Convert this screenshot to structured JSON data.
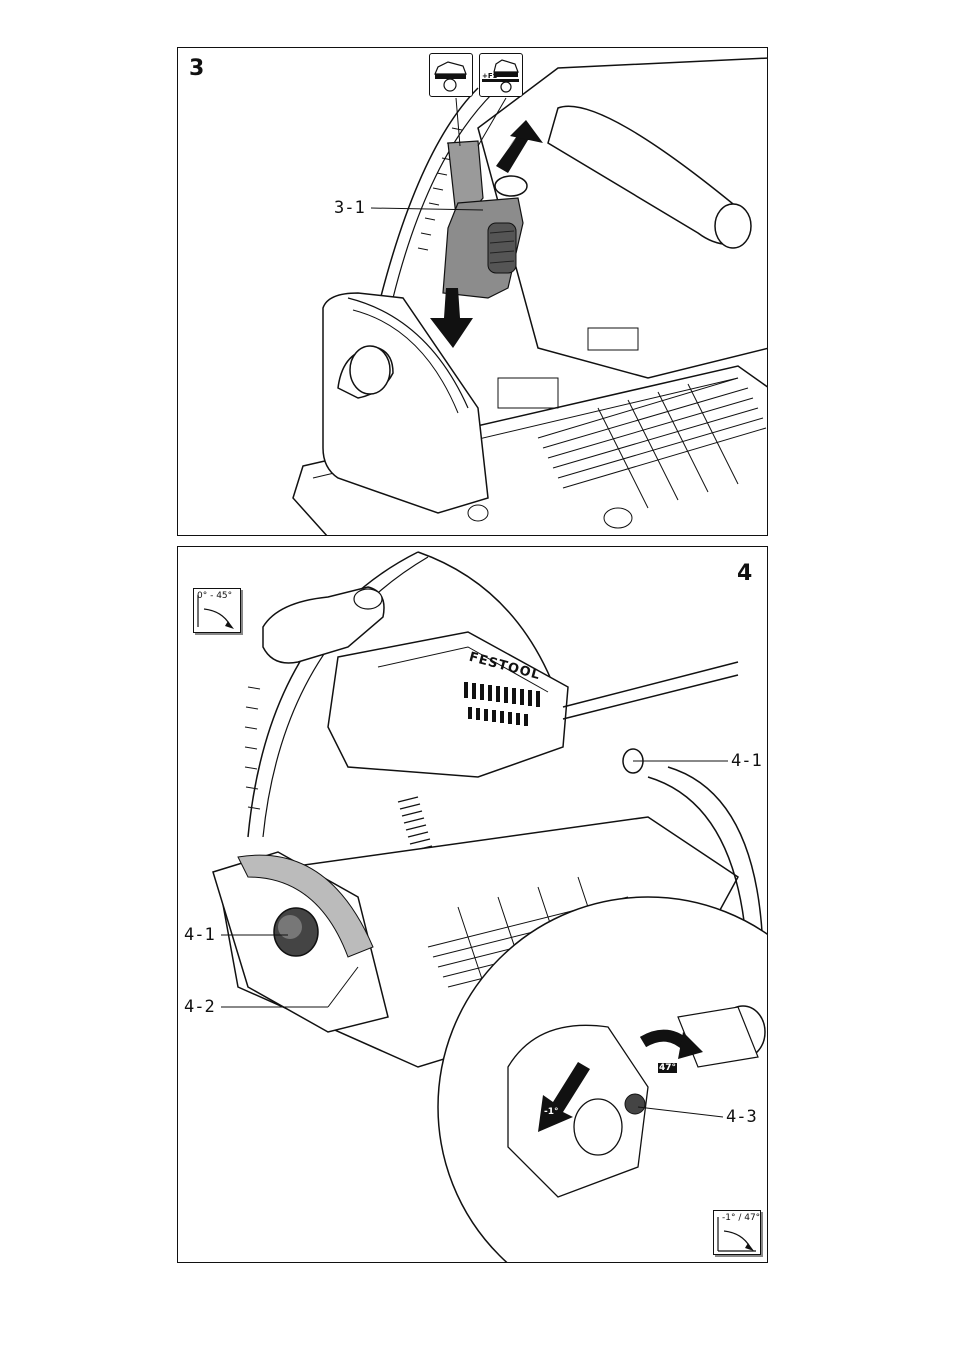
{
  "figure3": {
    "number": "3",
    "callouts": {
      "c1": "3-1"
    },
    "icons": [
      {
        "name": "plunge-mode-icon",
        "tag": ""
      },
      {
        "name": "fs-rail-mode-icon",
        "tag": "+FS"
      }
    ]
  },
  "figure4": {
    "number": "4",
    "callouts": {
      "c1_right": "4-1",
      "c1_left": "4-1",
      "c2": "4-2",
      "c3": "4-3"
    },
    "angle_box_top": "0° - 45°",
    "angle_box_bottom": "-1° / 47°",
    "arrow_minus": "-1°",
    "arrow_plus": "47°",
    "brand": "FESTOOL"
  }
}
